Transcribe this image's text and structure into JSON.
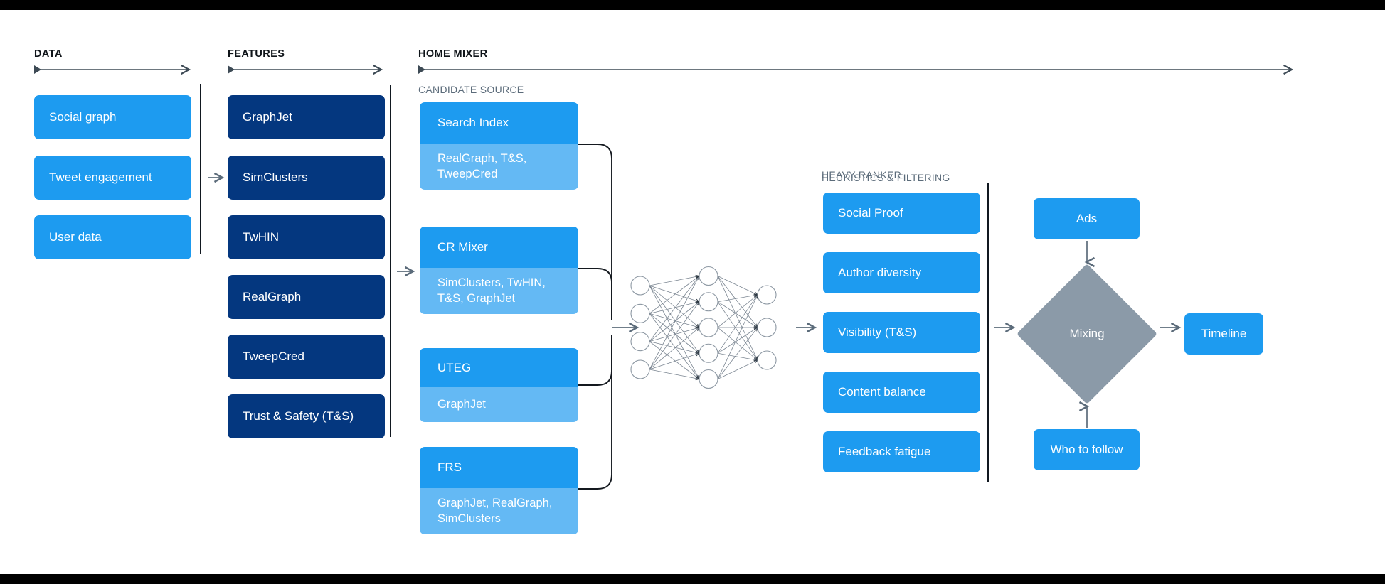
{
  "sections": {
    "data": {
      "title": "DATA"
    },
    "features": {
      "title": "FEATURES"
    },
    "home_mixer": {
      "title": "HOME MIXER"
    },
    "candidate_source": {
      "title": "CANDIDATE SOURCE"
    },
    "heavy_ranker": {
      "title": "HEAVY RANKER"
    },
    "heuristics": {
      "title": "HEURISTICS & FILTERING"
    }
  },
  "data_boxes": [
    {
      "label": "Social graph"
    },
    {
      "label": "Tweet engagement"
    },
    {
      "label": "User data"
    }
  ],
  "feature_boxes": [
    {
      "label": "GraphJet"
    },
    {
      "label": "SimClusters"
    },
    {
      "label": "TwHIN"
    },
    {
      "label": "RealGraph"
    },
    {
      "label": "TweepCred"
    },
    {
      "label": "Trust & Safety (T&S)"
    }
  ],
  "candidate_sources": [
    {
      "name": "Search Index",
      "features": "RealGraph, T&S, TweepCred"
    },
    {
      "name": "CR Mixer",
      "features": "SimClusters, TwHIN, T&S, GraphJet"
    },
    {
      "name": "UTEG",
      "features": "GraphJet"
    },
    {
      "name": "FRS",
      "features": "GraphJet, RealGraph, SimClusters"
    }
  ],
  "heuristic_boxes": [
    {
      "label": "Social Proof"
    },
    {
      "label": "Author diversity"
    },
    {
      "label": "Visibility (T&S)"
    },
    {
      "label": "Content balance"
    },
    {
      "label": "Feedback fatigue"
    }
  ],
  "output": {
    "ads": "Ads",
    "mixing": "Mixing",
    "timeline": "Timeline",
    "who_to_follow": "Who to follow"
  },
  "neural_net": {
    "input_nodes": 4,
    "hidden_nodes": 5,
    "output_nodes": 3
  },
  "colors": {
    "navy": "#04377f",
    "blue": "#1d9bf0",
    "light_blue": "#64b9f4",
    "diamond_gray": "#8b9aa8",
    "line": "#5b6b7a",
    "heading": "#0f1419",
    "subheading": "#5b6b7a"
  }
}
